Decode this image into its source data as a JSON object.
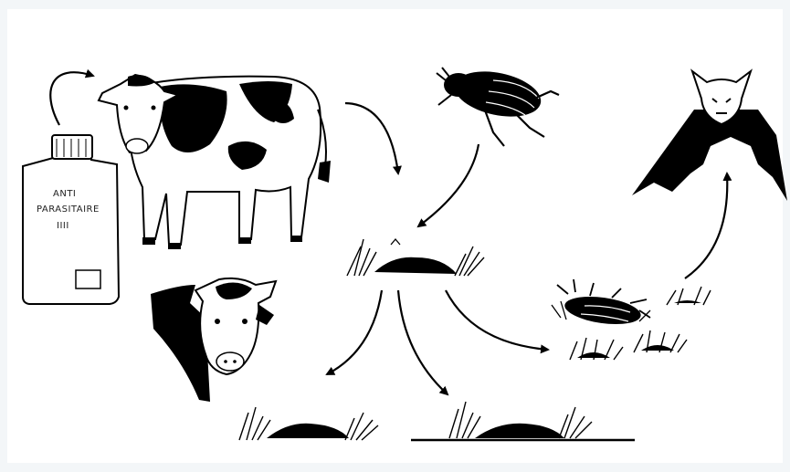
{
  "figure": {
    "top_caption_fragment": "",
    "bottle": {
      "label_line1": "ANTI",
      "label_line2": "PARASITAIRE",
      "label_line3": "IIII"
    }
  },
  "icons": {
    "bottle": "medicine-bottle",
    "cow": "cow-standing",
    "cow_head": "cow-head",
    "beetle": "dung-beetle",
    "dung": "dung-pat",
    "dead_beetle": "dead-insect",
    "bat": "bat",
    "ground_line": "ground-line"
  },
  "colors": {
    "ink": "#000000",
    "paper": "#ffffff",
    "frame": "#f3f6f8"
  }
}
